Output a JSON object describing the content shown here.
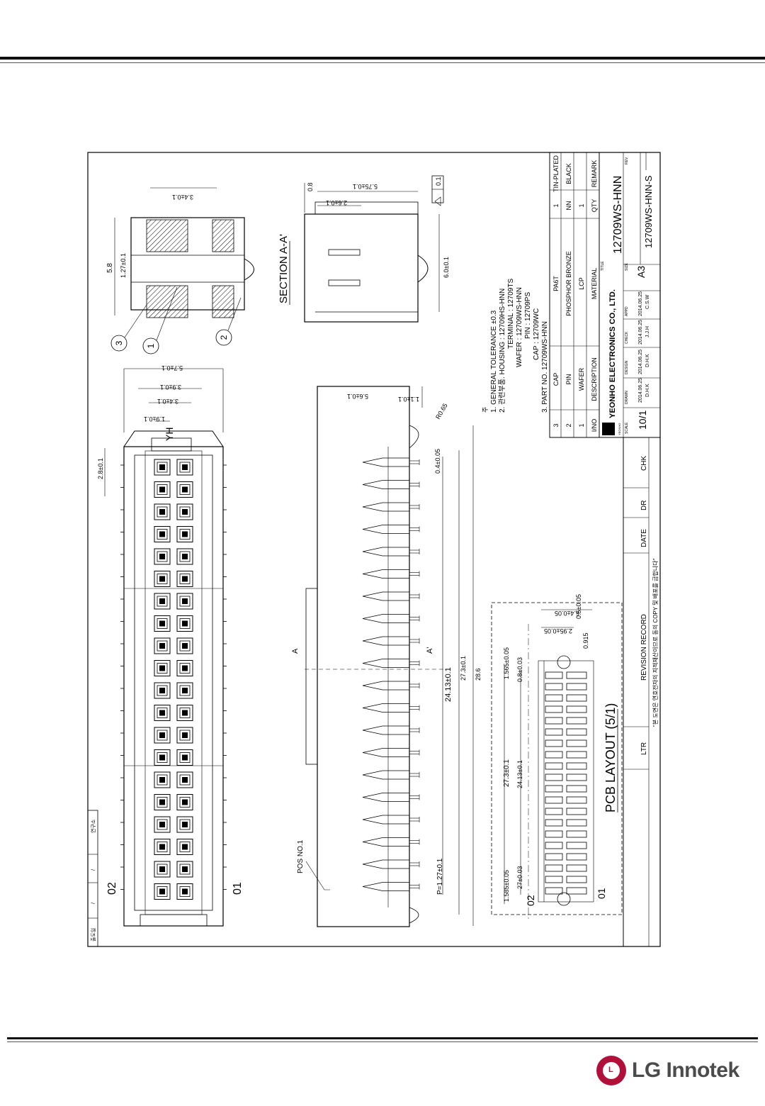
{
  "header": {},
  "drawing": {
    "top_view": {
      "row_labels": [
        "02",
        "01"
      ],
      "marker": "YH",
      "dims": [
        "1.9±0.1",
        "3.4±0.1",
        "3.9±0.1",
        "5.7±0.1",
        "2.8±0.1"
      ]
    },
    "section": {
      "title": "SECTION A-A'",
      "balloons": [
        "3",
        "1",
        "2"
      ],
      "dims_side": [
        "5.8",
        "1.27±0.1",
        "3.4±0.1"
      ],
      "dims_right": [
        "0.8",
        "5.75±0.1",
        "2.6±0.1",
        "6.0±0.1"
      ],
      "flatness_box": "0.1"
    },
    "side_view": {
      "dims": [
        "5.6±0.1",
        "1.1±0.1",
        "R0.65",
        "0.4±0.05",
        "24.13±0.1",
        "27.3±0.1",
        "28.6",
        "P=1.27±0.1"
      ],
      "pos_label": "POS NO.1",
      "section_markers": [
        "A",
        "A'"
      ]
    },
    "pcb_layout": {
      "title": "PCB LAYOUT (5/1)",
      "row_labels": [
        "02",
        "01"
      ],
      "dims": [
        "6.4±0.05",
        "2.95±0.05",
        "0.5±0.05",
        "0.915",
        "1.565±0.05",
        "0.8±0.03",
        "27.3±0.1",
        "24.13±0.1",
        "1.585±0.05",
        "27±0.03"
      ]
    },
    "notes": {
      "heading": "주",
      "lines": [
        "1. GENERAL TOLERANCE ±0.3",
        "2. 관련부품. HOUSING : 12709HS-HNN",
        "TERMINAL : 12709TS",
        "WAFER : 12709WS-HNN",
        "PIN : 12709PS",
        "CAP : 12709WC",
        "3. PART NO. 12709WS-HNN"
      ]
    },
    "bom": {
      "rows": [
        [
          "3",
          "CAP",
          "PA6T",
          "1",
          "TIN-PLATED"
        ],
        [
          "2",
          "PIN",
          "PHOSPHOR BRONZE",
          "NN",
          "BLACK"
        ],
        [
          "1",
          "WAFER",
          "LCP",
          "1",
          ""
        ],
        [
          "I/NO",
          "DESCRIPTION",
          "MATERIAL",
          "QTY",
          "REMARK"
        ]
      ]
    },
    "title_block": {
      "company": "YEONHO ELECTRONICS CO., LTD.",
      "company_small": "YEONHO",
      "title_label": "TITLE",
      "title": "12709WS-HNN",
      "size_label": "SIZE",
      "size": "A3",
      "part_no": "12709WS-HNN-S",
      "rev_label": "REV",
      "scale_label": "SCALE",
      "scale": "10/1",
      "drawn_label": "DRAWN",
      "drawn_date": "2014.06.25",
      "drawn_by": "D.H.K",
      "design_label": "DESIGN",
      "design_date": "2014.06.25",
      "design_by": "D.H.K",
      "check_label": "CHECK",
      "check_date": "2014.06.25",
      "check_by": "J.J.H",
      "appd_label": "APPD",
      "appd_date": "2014.06.25",
      "appd_by": "C.S.W"
    },
    "revision_record": {
      "title": "REVISION RECORD",
      "cols": [
        "LTR",
        "DATE",
        "DR",
        "CHK"
      ],
      "copyright": "\"본 도면은 연호전자의 지적재산이므로 동의 COPY 및 배포를 금합니다\""
    },
    "stamp": [
      "출도일",
      "/",
      "/",
      "연구소"
    ]
  },
  "footer": {
    "logo_letter": "L",
    "logo_text": "LG Innotek",
    "logo_color": "#b0103a"
  }
}
